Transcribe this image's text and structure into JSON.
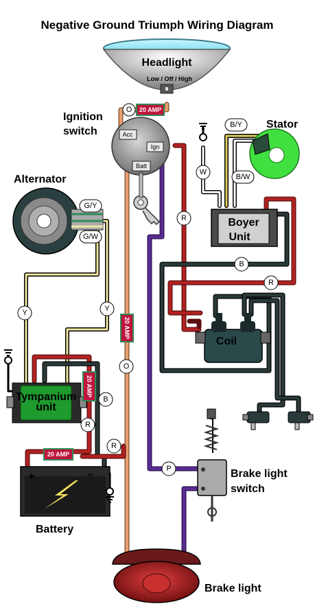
{
  "title": "Negative Ground Triumph Wiring Diagram",
  "components": {
    "headlight": "Headlight",
    "headlight_switch": "Low / Off / High",
    "ignition_line1": "Ignition",
    "ignition_line2": "switch",
    "ign_acc": "Acc",
    "ign_ign": "Ign",
    "ign_batt": "Batt",
    "stator": "Stator",
    "alternator": "Alternator",
    "boyer_line1": "Boyer",
    "boyer_line2": "Unit",
    "coil": "Coil",
    "tympanium_line1": "Tympanium",
    "tympanium_line2": "unit",
    "battery": "Battery",
    "battery_plus": "+",
    "battery_minus": "−",
    "brake_switch_line1": "Brake light",
    "brake_switch_line2": "switch",
    "brake_light": "Brake light"
  },
  "wire_labels": {
    "o_top": "O",
    "by": "B/Y",
    "w": "W",
    "bw": "B/W",
    "gy": "G/Y",
    "gw": "G/W",
    "r_ign": "R",
    "b_boyer": "B",
    "r_coil": "R",
    "y_left": "Y",
    "y_right": "Y",
    "o_mid": "O",
    "b_tymp": "B",
    "r_tymp": "R",
    "r_batt": "R",
    "p_brake": "P"
  },
  "fuses": {
    "top": "20 AMP",
    "middle": "20 AMP",
    "tympanium": "20 AMP",
    "battery": "20 AMP"
  },
  "colors": {
    "red": "#b22222",
    "orange": "#e8a070",
    "purple": "#5a2d91",
    "black": "#1a1a1a",
    "yellow": "#f0e8a0",
    "green": "#2e8b57",
    "white": "#ffffff"
  }
}
